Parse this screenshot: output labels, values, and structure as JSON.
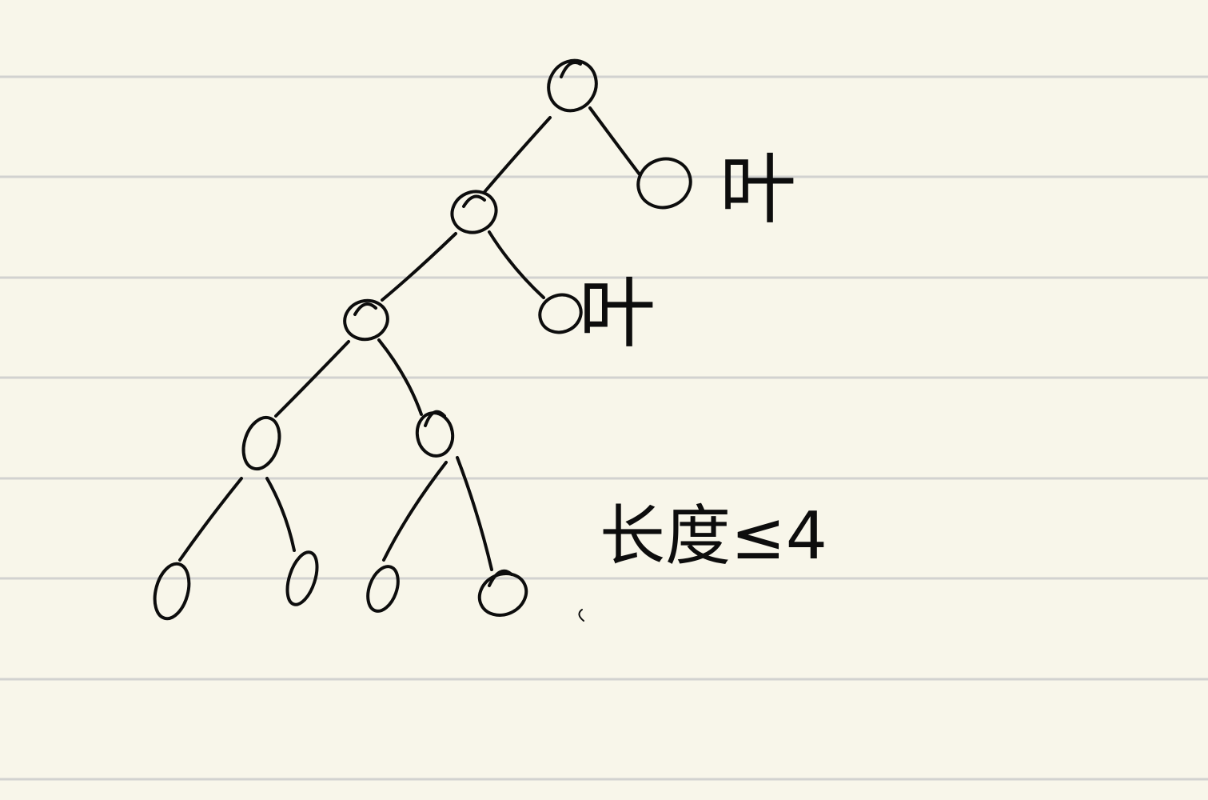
{
  "annotations": {
    "leaf_label_top": "叶",
    "leaf_label_middle": "叶",
    "depth_note": "长度≤4"
  },
  "colors": {
    "paper": "#f8f6ea",
    "rule_line": "#d2d2d0",
    "ink": "#0d0d0d"
  },
  "tree": {
    "nodes": [
      "root",
      "r",
      "a",
      "ar",
      "b",
      "c",
      "d",
      "c1",
      "c2",
      "d1",
      "d2"
    ],
    "edges": [
      [
        "root",
        "a"
      ],
      [
        "root",
        "r"
      ],
      [
        "a",
        "b"
      ],
      [
        "a",
        "ar"
      ],
      [
        "b",
        "c"
      ],
      [
        "b",
        "d"
      ],
      [
        "c",
        "c1"
      ],
      [
        "c",
        "c2"
      ],
      [
        "d",
        "d1"
      ],
      [
        "d",
        "d2"
      ]
    ],
    "leaves": [
      "r",
      "ar",
      "c1",
      "c2",
      "d1",
      "d2"
    ]
  }
}
